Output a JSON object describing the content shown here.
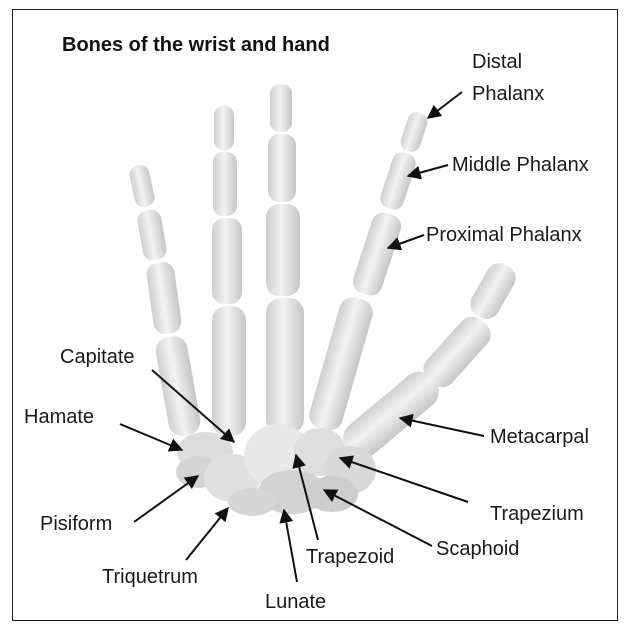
{
  "title": "Bones of the wrist and hand",
  "labels": {
    "distal_phalanx_line1": "Distal",
    "distal_phalanx_line2": "Phalanx",
    "middle_phalanx": "Middle Phalanx",
    "proximal_phalanx": "Proximal Phalanx",
    "metacarpal": "Metacarpal",
    "trapezium": "Trapezium",
    "scaphoid": "Scaphoid",
    "trapezoid": "Trapezoid",
    "lunate": "Lunate",
    "triquetrum": "Triquetrum",
    "pisiform": "Pisiform",
    "hamate": "Hamate",
    "capitate": "Capitate"
  },
  "colors": {
    "bone": "#e4e4e4",
    "bone_shadow": "#c9c9c9",
    "outline": "#222222",
    "text": "#1a1a1a"
  }
}
